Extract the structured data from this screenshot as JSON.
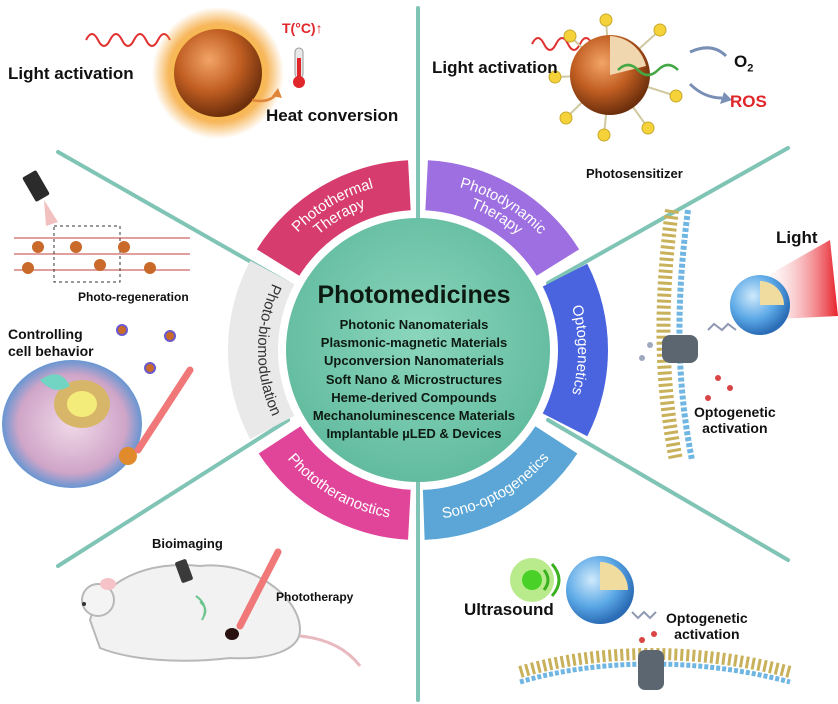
{
  "center": {
    "title": "Photomedicines",
    "items": [
      "Photonic Nanomaterials",
      "Plasmonic-magnetic Materials",
      "Upconversion Nanomaterials",
      "Soft Nano & Microstructures",
      "Heme-derived Compounds",
      "Mechanoluminescence Materials",
      "Implantable µLED & Devices"
    ]
  },
  "segments": {
    "photothermal": {
      "line1": "Photothermal",
      "line2": "Therapy",
      "color": "#d63c6e"
    },
    "photodynamic": {
      "line1": "Photodynamic",
      "line2": "Therapy",
      "color": "#9d6fe0"
    },
    "optogenetics": {
      "label": "Optogenetics",
      "color": "#4a64e0"
    },
    "sono": {
      "label": "Sono-optogenetics",
      "color": "#5ba6d6"
    },
    "phototheranostics": {
      "label": "Phototheranostics",
      "color": "#e0459a"
    },
    "photobiomodulation": {
      "label": "Photo-biomodulation",
      "color": "#e9e9ea"
    }
  },
  "annotations": {
    "light_activation_left": "Light activation",
    "temperature": "T(°C)↑",
    "heat_conversion": "Heat conversion",
    "light_activation_right": "Light activation",
    "oxygen": "O",
    "oxygen_sub": "2",
    "ros": "ROS",
    "photosensitizer": "Photosensitizer",
    "light": "Light",
    "optogenetic_activation_1": [
      "Optogenetic",
      "activation"
    ],
    "photo_regeneration": "Photo-regeneration",
    "controlling_cell_behavior": [
      "Controlling",
      "cell behavior"
    ],
    "bioimaging": "Bioimaging",
    "phototherapy": "Phototherapy",
    "ultrasound": "Ultrasound",
    "optogenetic_activation_2": [
      "Optogenetic",
      "activation"
    ]
  },
  "colors": {
    "divider": "#7fc4b5",
    "center_fill": "#6cc4a8",
    "red_accent": "#e0262a",
    "particle_orange": "#c9692a",
    "glow": "#f6c324"
  }
}
